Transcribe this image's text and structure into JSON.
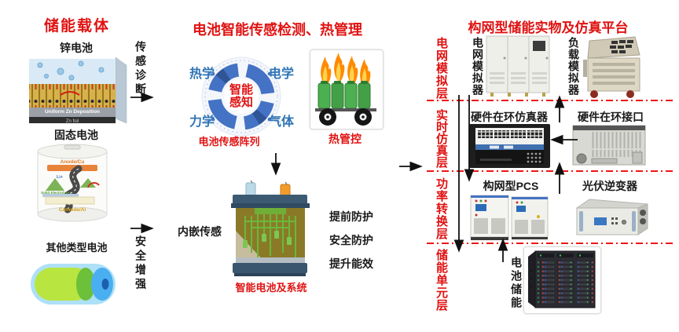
{
  "colors": {
    "title_red": "#e01212",
    "layer_label_red": "#cf1010",
    "separator_red": "#ef1515",
    "label_blue": "#2e74b5",
    "wheel_blue": "#4472c4",
    "arrow_black": "#111111"
  },
  "left": {
    "title": "储能载体",
    "zinc_label": "锌电池",
    "solid_label": "固态电池",
    "other_label": "其他类型电池",
    "zinc_image_text1": "Uniform Zn Deposition",
    "zinc_image_text2": "Zn foil",
    "solid_image": {
      "anode": "Anode/Cu",
      "cathode": "Cathode/Al",
      "electrolyte": "Solid Electrolyte",
      "ion": "Li+"
    }
  },
  "flow": {
    "sensing_diagnosis": "传感诊断",
    "safety_enhancement": "安全增强"
  },
  "middle": {
    "title": "电池智能传感检测、热管理",
    "wheel": {
      "center_top": "智能",
      "center_bottom": "感知",
      "thermal": "热学",
      "electrical": "电学",
      "mechanical": "力学",
      "gas": "气体",
      "caption": "电池传感阵列"
    },
    "thermal_caption": "热管控",
    "embedded_sensing": "内嵌传感",
    "benefits": [
      "提前防护",
      "安全防护",
      "提升能效"
    ],
    "battery_caption": "智能电池及系统"
  },
  "right": {
    "title": "构网型储能实物及仿真平台",
    "layers": [
      {
        "name": "电网模拟层",
        "items": [
          "电网模拟器",
          "负载模拟器"
        ]
      },
      {
        "name": "实时仿真层",
        "items": [
          "硬件在环仿真器",
          "硬件在环接口"
        ]
      },
      {
        "name": "功率转换层",
        "items": [
          "构网型PCS",
          "光伏逆变器"
        ]
      },
      {
        "name": "储能单元层",
        "items": [
          "电池储能"
        ]
      }
    ]
  }
}
